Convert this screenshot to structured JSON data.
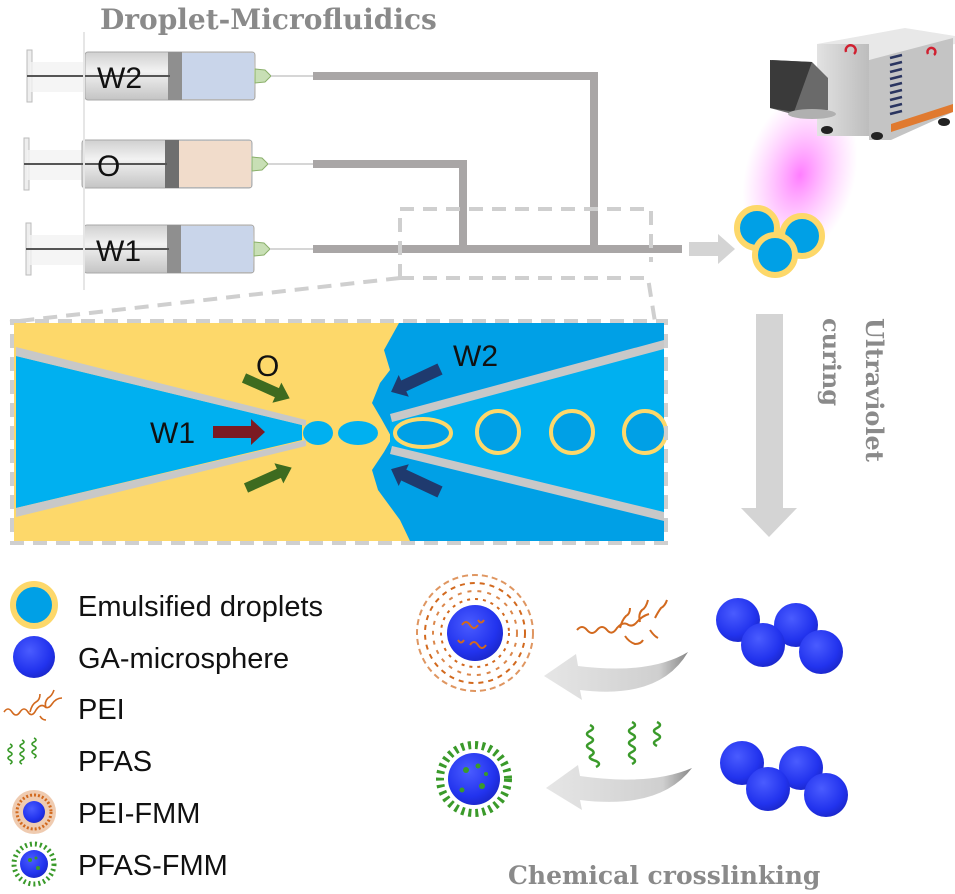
{
  "titles": {
    "top": "Droplet-Microfluidics",
    "uv_line1": "Ultraviolet",
    "uv_line2": "curing",
    "bottom": "Chemical crosslinking"
  },
  "syringes": [
    {
      "label": "W2",
      "fluid_color": "#c9d5ea"
    },
    {
      "label": "O",
      "fluid_color": "#f1dccb"
    },
    {
      "label": "W1",
      "fluid_color": "#c9d5ea"
    }
  ],
  "chip": {
    "labels": {
      "oil": "O",
      "inner_water": "W1",
      "outer_water": "W2"
    },
    "colors": {
      "oil_phase": "#fdd86a",
      "inner_phase": "#00b0f0",
      "outer_phase": "#00a0e6",
      "capillary": "#c8c8c8",
      "arrow_w1": "#7b1a22",
      "arrow_oil": "#3d6b1f",
      "arrow_w2": "#1f3a6e",
      "shell": "#fdd86a"
    }
  },
  "uv_device": {
    "body_color": "#c8c8c8",
    "light_color": "#ff66ff",
    "stripe_color": "#e07a30"
  },
  "legend": [
    {
      "icon": "emulsified-droplet-icon",
      "label": "Emulsified droplets"
    },
    {
      "icon": "ga-microsphere-icon",
      "label": "GA-microsphere"
    },
    {
      "icon": "pei-chain-icon",
      "label": "PEI"
    },
    {
      "icon": "pfas-chain-icon",
      "label": "PFAS"
    },
    {
      "icon": "pei-fmm-icon",
      "label": "PEI-FMM"
    },
    {
      "icon": "pfas-fmm-icon",
      "label": "PFAS-FMM"
    }
  ],
  "colors": {
    "microsphere": "#2233ee",
    "pei": "#d2691e",
    "pfas": "#3a9a2a",
    "tubing": "#a9a6a6",
    "flow_arrow": "#d4d4d4",
    "title_gray": "#8a8a8a"
  }
}
